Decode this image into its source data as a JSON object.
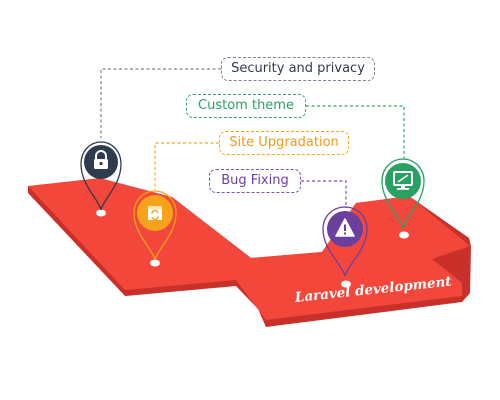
{
  "labels": {
    "security": "Security and privacy",
    "theme": "Custom theme",
    "upgrade": "Site Upgradation",
    "bug": "Bug Fixing"
  },
  "platform_title": "Laravel development",
  "colors": {
    "platform_top": "#f2473a",
    "platform_side": "#c9302a",
    "security": "#2f3b4f",
    "theme": "#27a263",
    "upgrade": "#f5a31b",
    "bug": "#6b3f9e"
  },
  "icons": {
    "security": "lock-icon",
    "theme": "monitor-icon",
    "upgrade": "refresh-document-icon",
    "bug": "warning-icon"
  }
}
